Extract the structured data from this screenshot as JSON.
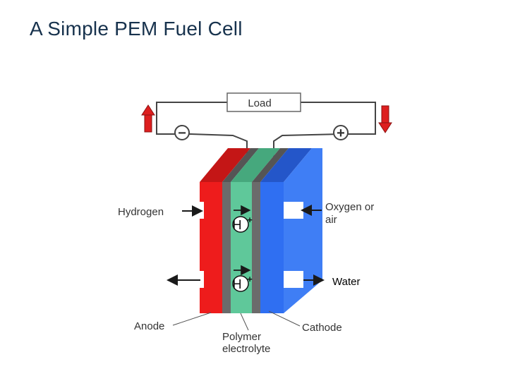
{
  "title": "A Simple PEM Fuel Cell",
  "diagram": {
    "load_label": "Load",
    "negative_terminal": "−",
    "positive_terminal": "+",
    "hydrogen_label": "Hydrogen",
    "oxygen_label_line1": "Oxygen or",
    "oxygen_label_line2": "air",
    "water_label": "Water",
    "anode_label": "Anode",
    "cathode_label": "Cathode",
    "electrolyte_label_line1": "Polymer",
    "electrolyte_label_line2": "electrolyte",
    "proton_ion": "H",
    "proton_charge": "+"
  },
  "colors": {
    "anode": "#ee1c1c",
    "electrolyte": "#5fc89a",
    "cathode": "#2f6ff2",
    "separator": "#6b6b6b",
    "electron_arrow": "#dd1f1f",
    "title": "#17324d"
  }
}
